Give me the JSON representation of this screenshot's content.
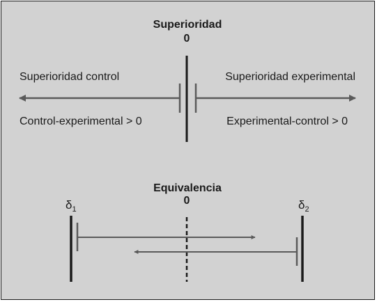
{
  "superiority": {
    "title": "Superioridad",
    "zero": "0",
    "left_label": "Superioridad control",
    "right_label": "Superioridad experimental",
    "left_condition": "Control-experimental > 0",
    "right_condition": "Experimental-control > 0"
  },
  "equivalence": {
    "title": "Equivalencia",
    "zero": "0",
    "delta1": {
      "base": "δ",
      "sub": "1"
    },
    "delta2": {
      "base": "δ",
      "sub": "2"
    }
  },
  "colors": {
    "background": "#d2d2d2",
    "arrow": "#5a5a5a",
    "line": "#1a1a1a"
  }
}
